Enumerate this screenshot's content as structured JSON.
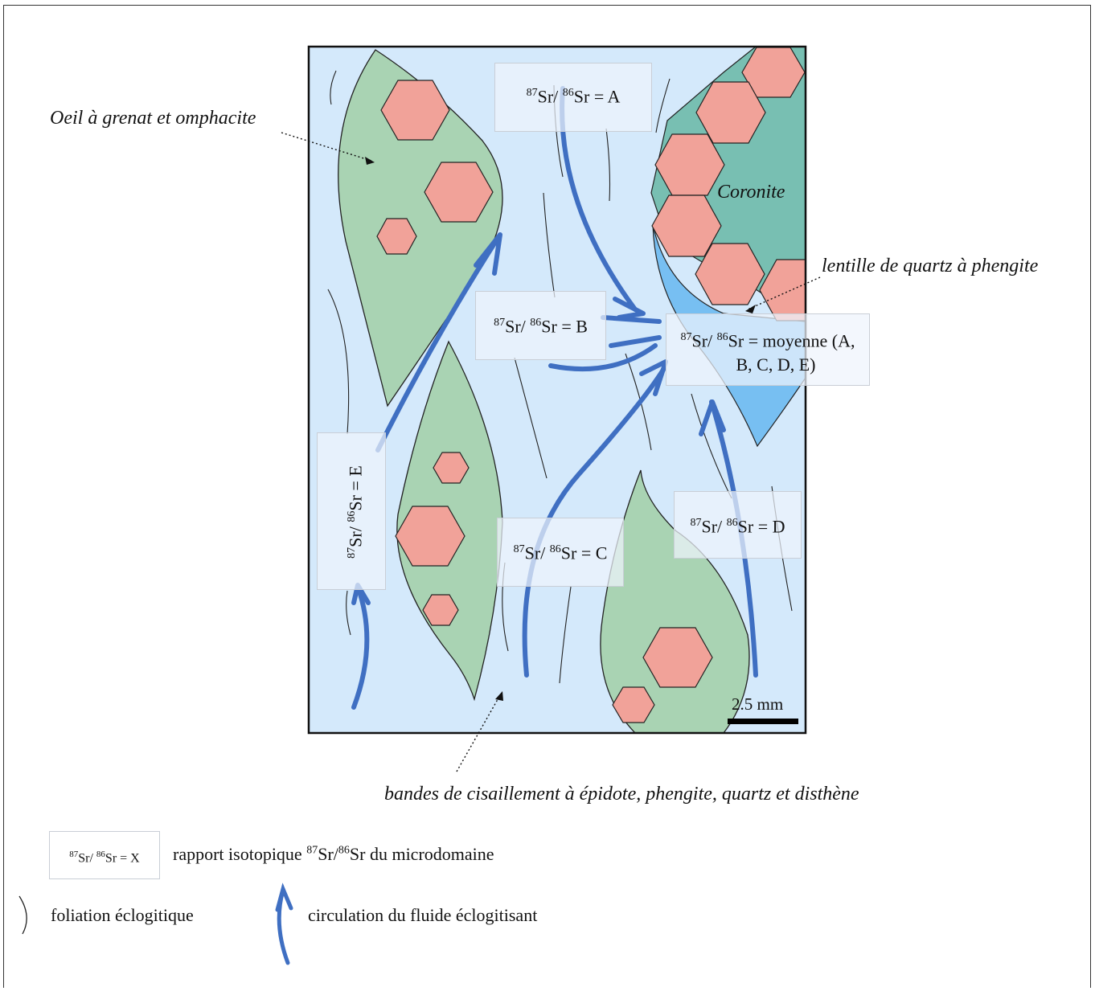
{
  "colors": {
    "background": "#d4e9fb",
    "eye_green": "#a9d3b3",
    "garnet": "#f1a299",
    "coronite": "#78bfb2",
    "quartz_lens": "#77bff2",
    "fluid_arrow": "#3f6fc2",
    "outline": "#222222"
  },
  "labels": {
    "eye": "Oeil à grenat et omphacite",
    "coronite": "Coronite",
    "lens": "lentille de quartz à phengite",
    "shear": "bandes de cisaillement à épidote, phengite, quartz et disthène",
    "scale": "2.5 mm"
  },
  "boxes": {
    "sup87": "87",
    "sup86": "86",
    "sr_sep": "Sr/ ",
    "sr_eq": "Sr = ",
    "A": "A",
    "B": "B",
    "C": "C",
    "D": "D",
    "E": "E",
    "avg_line1": "moyenne (A,",
    "avg_line2": "B, C, D, E)"
  },
  "legend": {
    "box_value": "X",
    "isotope_text_pre": "rapport isotopique ",
    "isotope_sup87": "87",
    "isotope_mid": "Sr/",
    "isotope_sup86": "86",
    "isotope_post": "Sr du microdomaine",
    "foliation": "foliation éclogitique",
    "fluid": "circulation du fluide éclogitisant"
  }
}
